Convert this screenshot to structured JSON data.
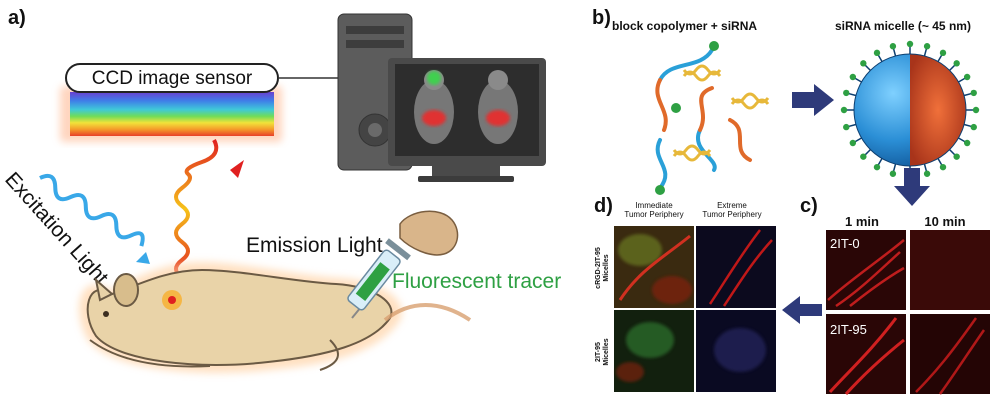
{
  "panel_a": {
    "label": "a)",
    "ccd_sensor": "CCD image sensor",
    "excitation": "Excitation Light",
    "emission": "Emission Light",
    "tracer": "Fluorescent tracer"
  },
  "panel_b": {
    "label": "b)",
    "left_title": "block copolymer + siRNA",
    "right_title": "siRNA micelle (~ 45 nm)"
  },
  "panel_c": {
    "label": "c)",
    "col1": "1 min",
    "col2": "10 min",
    "row1": "2IT-0",
    "row2": "2IT-95"
  },
  "panel_d": {
    "label": "d)",
    "col1_line1": "Immediate",
    "col1_line2": "Tumor Periphery",
    "col2_line1": "Extreme",
    "col2_line2": "Tumor Periphery",
    "row1_line1": "cRGD-2IT-95",
    "row1_line2": "Micelles",
    "row2_line1": "2IT-95",
    "row2_line2": "Micelles"
  },
  "colors": {
    "arrow_navy": "#2e3a7a",
    "micelle_blue": "#2b8fd6",
    "tumor_red": "#e0301e",
    "fluor_green": "#2ea043"
  }
}
